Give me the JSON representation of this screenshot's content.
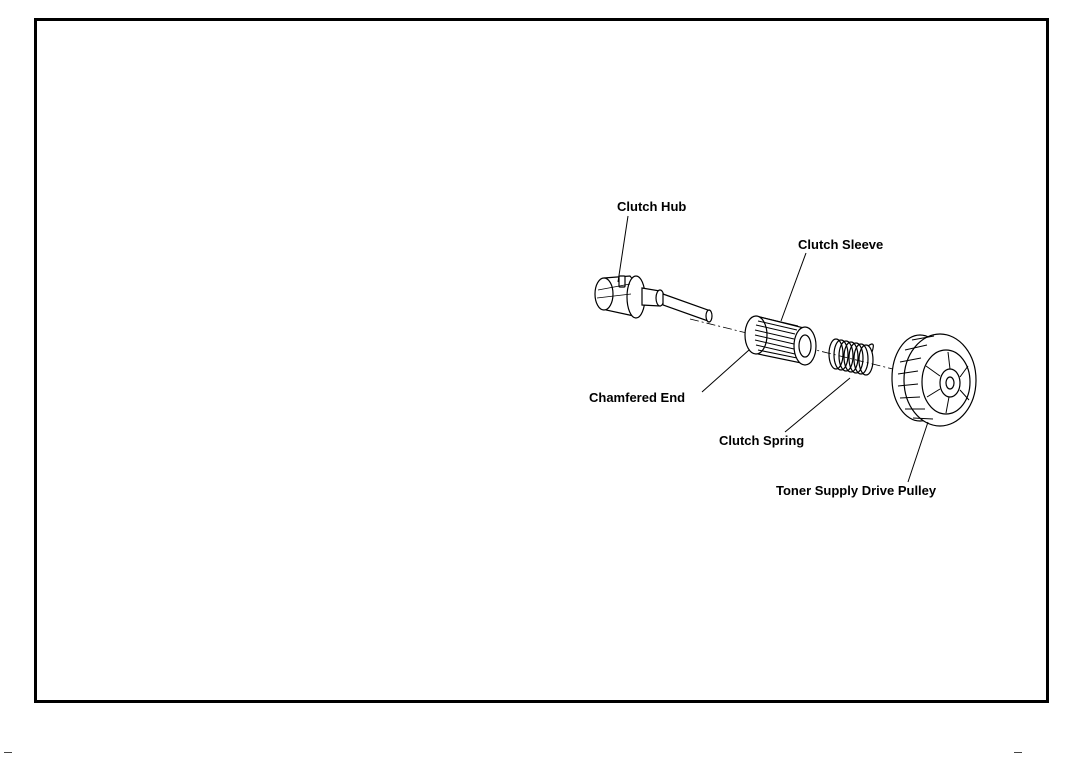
{
  "labels": {
    "clutch_hub": "Clutch Hub",
    "clutch_sleeve": "Clutch Sleeve",
    "chamfered_end": "Chamfered End",
    "clutch_spring": "Clutch Spring",
    "toner_pulley": "Toner Supply Drive Pulley"
  }
}
